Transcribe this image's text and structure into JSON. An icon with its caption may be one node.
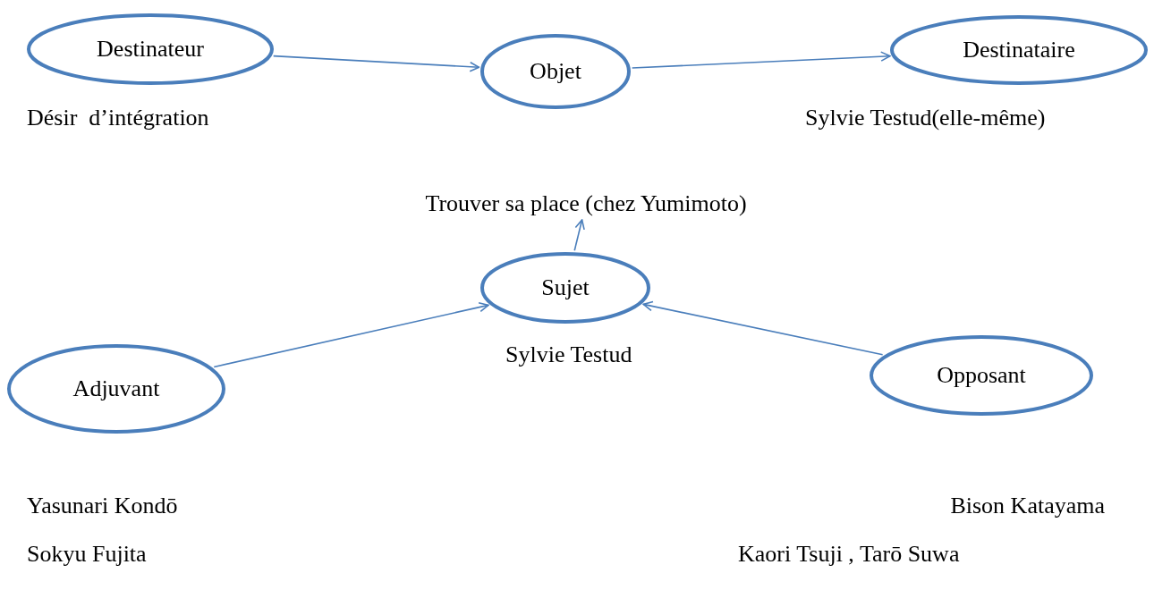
{
  "diagram": {
    "nodes": [
      {
        "text": [
          "Destinateur"
        ],
        "beside": [
          "Désir  d’intégration"
        ]
      },
      {
        "text": [
          "Objet"
        ]
      },
      {
        "text": [
          "Destinataire"
        ],
        "beside": [
          "Sylvie Testud(elle-même)"
        ]
      },
      {
        "text": [
          "Trouver sa place (chez Yumimoto)"
        ]
      },
      {
        "text": [
          "Sujet"
        ],
        "beside": [
          "Sylvie Testud"
        ]
      },
      {
        "text": [
          "Adjuvant"
        ],
        "beside": [
          "Yasunari Kondō",
          "Sokyu Fujita"
        ]
      },
      {
        "text": [
          "Opposant"
        ],
        "beside": [
          "Bison Katayama",
          "Kaori Tsuji , Tarō Suwa"
        ]
      }
    ],
    "edges": [
      {
        "from": 0,
        "to": 1,
        "arrow": "to"
      },
      {
        "from": 1,
        "to": 2,
        "arrow": "to"
      },
      {
        "from": 4,
        "to": 3,
        "arrow": "to"
      },
      {
        "from": 5,
        "to": 4,
        "arrow": "to"
      },
      {
        "from": 6,
        "to": 4,
        "arrow": "to"
      }
    ]
  }
}
